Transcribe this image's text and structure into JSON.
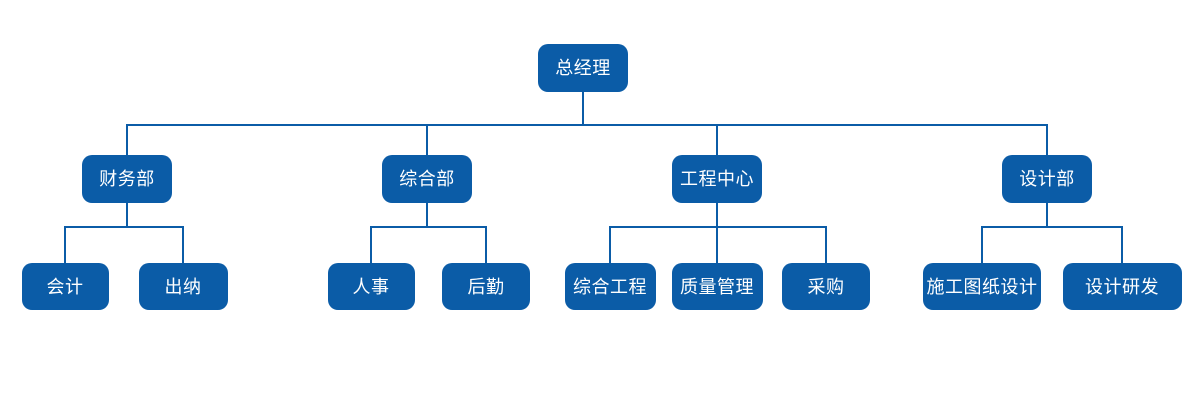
{
  "page": {
    "background_color": "#ffffff"
  },
  "org_chart": {
    "type": "tree",
    "node_color": "#0b5ca7",
    "node_text_color": "#ffffff",
    "line_color": "#0b5ca7",
    "root": {
      "id": "general-manager",
      "label": "总经理",
      "children": [
        {
          "id": "finance-dept",
          "label": "财务部",
          "children": [
            {
              "id": "accounting",
              "label": "会计",
              "children": []
            },
            {
              "id": "cashier",
              "label": "出纳",
              "children": []
            }
          ]
        },
        {
          "id": "general-affairs-dept",
          "label": "综合部",
          "children": [
            {
              "id": "hr",
              "label": "人事",
              "children": []
            },
            {
              "id": "logistics",
              "label": "后勤",
              "children": []
            }
          ]
        },
        {
          "id": "engineering-center",
          "label": "工程中心",
          "children": [
            {
              "id": "general-engineering",
              "label": "综合工程",
              "children": []
            },
            {
              "id": "quality-management",
              "label": "质量管理",
              "children": []
            },
            {
              "id": "procurement",
              "label": "采购",
              "children": []
            }
          ]
        },
        {
          "id": "design-dept",
          "label": "设计部",
          "children": [
            {
              "id": "construction-drawing-design",
              "label": "施工图纸设计",
              "children": []
            },
            {
              "id": "design-rnd",
              "label": "设计研发",
              "children": []
            }
          ]
        }
      ]
    }
  }
}
